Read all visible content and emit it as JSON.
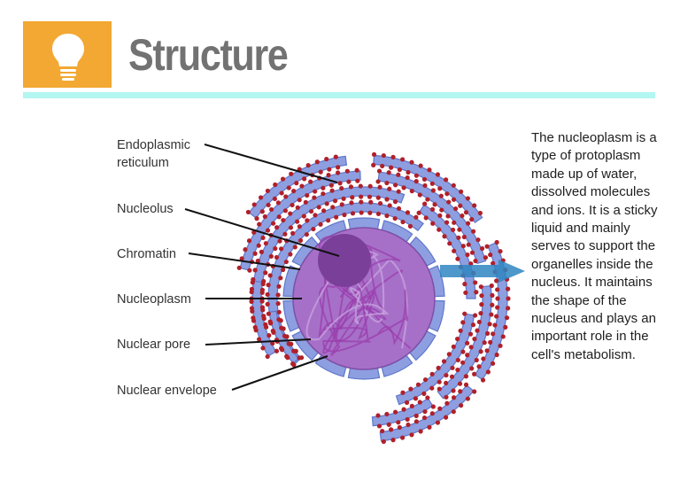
{
  "header": {
    "title": "Structure",
    "icon": "lightbulb-icon",
    "accent_color": "#f2a833",
    "rule_color": "#b3f6f2"
  },
  "diagram": {
    "subject": "Cell nucleus and rough endoplasmic reticulum",
    "labels": [
      {
        "id": "endoplasmic-reticulum",
        "line1": "Endoplasmic",
        "line2": "reticulum"
      },
      {
        "id": "nucleolus",
        "line1": "Nucleolus"
      },
      {
        "id": "chromatin",
        "line1": "Chromatin"
      },
      {
        "id": "nucleoplasm",
        "line1": "Nucleoplasm"
      },
      {
        "id": "nuclear-pore",
        "line1": "Nuclear pore"
      },
      {
        "id": "nuclear-envelope",
        "line1": "Nuclear envelope"
      }
    ],
    "colors": {
      "er_fill": "#8d9fe0",
      "er_stroke": "#5f77cc",
      "ribosome": "#b0202a",
      "nucleus_fill": "#a770c8",
      "nucleolus_fill": "#7a3f99",
      "chromatin": "#9a3fae",
      "arrow": "#2f86c2"
    }
  },
  "description": {
    "text": "The nucleoplasm is a type of protoplasm made up of water, dissolved molecules and ions. It is a sticky liquid and mainly serves to support the organelles inside the nucleus. It maintains the shape of the nucleus and plays an important role in the cell's metabolism."
  }
}
